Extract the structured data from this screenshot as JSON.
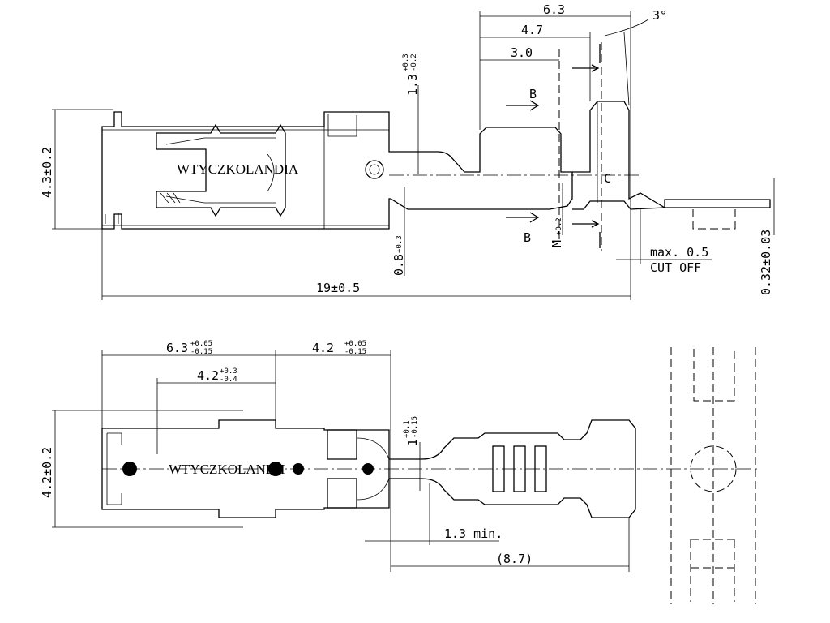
{
  "watermark": "WTYCZKOLANDIA",
  "watermark_bottom": "WTYCZKOLANDII",
  "top_view": {
    "dims": {
      "d_6_3": "6.3",
      "d_4_7": "4.7",
      "d_3_0": "3.0",
      "angle": "3°",
      "height_main": "4.3±0.2",
      "height_13": "1.3",
      "height_13_tol_up": "+0.3",
      "height_13_tol_dn": "-0.2",
      "thick_08": "0.8",
      "thick_08_tol": "+0.3",
      "m_label": "M",
      "m_tol": "+0.2",
      "length_total": "19±0.5",
      "cutoff_max": "max. 0.5",
      "cutoff_label": "CUT OFF",
      "thick_032": "0.32±0.03"
    },
    "section_b": "B",
    "section_c": "C"
  },
  "bottom_view": {
    "dims": {
      "d_6_3_base": "6.3",
      "d_6_3_tol_up": "+0.05",
      "d_6_3_tol_dn": "-0.15",
      "d_4_2_base": "4.2",
      "d_4_2_tol_up": "+0.05",
      "d_4_2_tol_dn": "-0.15",
      "d_4_2_in_base": "4.2",
      "d_4_2_in_tol_up": "+0.3",
      "d_4_2_in_tol_dn": "-0.4",
      "width_main": "4.2±0.2",
      "width_1": "1",
      "width_1_tol_up": "+0.1",
      "width_1_tol_dn": "-0.15",
      "min_13": "1.3 min.",
      "ref_87": "(8.7)"
    }
  }
}
